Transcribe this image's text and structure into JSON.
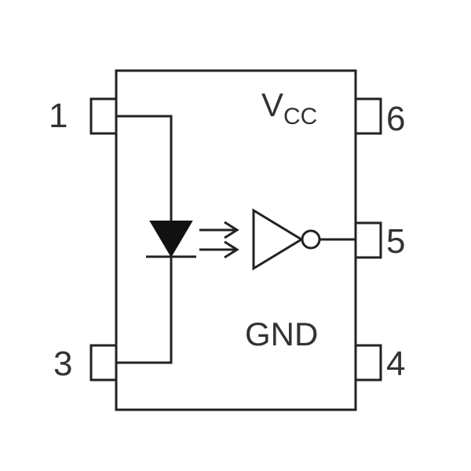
{
  "diagram": {
    "pins": {
      "pin1": "1",
      "pin3": "3",
      "pin4": "4",
      "pin5": "5",
      "pin6": "6"
    },
    "supply": {
      "vcc_main": "V",
      "vcc_sub": "CC",
      "gnd": "GND"
    }
  }
}
